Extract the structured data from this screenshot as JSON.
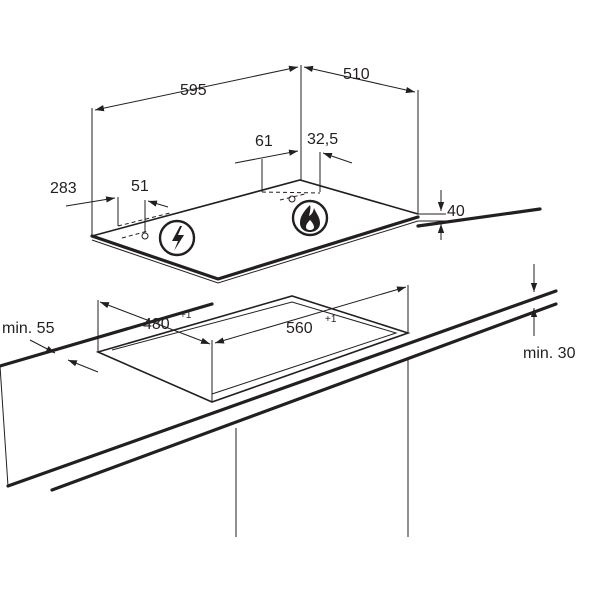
{
  "dimensions": {
    "width_total": "595",
    "depth_total": "510",
    "burner_offset_left": "61",
    "burner_offset_right": "32,5",
    "front_offset": "283",
    "front_small": "51",
    "height": "40",
    "cutout_depth": "480",
    "cutout_depth_tol": "+1",
    "cutout_width": "560",
    "cutout_width_tol": "+1",
    "min_wall": "min. 55",
    "min_below": "min. 30"
  },
  "icons": {
    "electric": "lightning-bolt-icon",
    "gas": "flame-icon"
  },
  "colors": {
    "line": "#231f20",
    "background": "#ffffff"
  }
}
